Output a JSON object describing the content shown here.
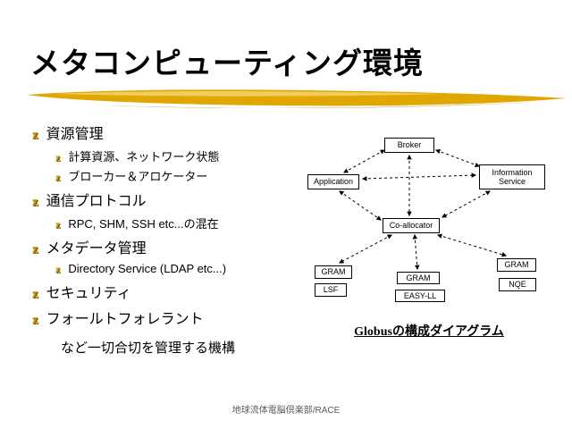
{
  "slide": {
    "title": "メタコンピューティング環境",
    "bullet_icon": "z",
    "bullets": [
      {
        "level": 1,
        "text": "資源管理"
      },
      {
        "level": 2,
        "text": "計算資源、ネットワーク状態"
      },
      {
        "level": 2,
        "text": "ブローカー＆アロケーター"
      },
      {
        "level": 1,
        "text": "通信プロトコル"
      },
      {
        "level": 2,
        "text": "RPC, SHM, SSH etc...の混在"
      },
      {
        "level": 1,
        "text": "メタデータ管理"
      },
      {
        "level": 2,
        "text": "Directory Service (LDAP etc...)"
      },
      {
        "level": 1,
        "text": "セキュリティ"
      },
      {
        "level": 1,
        "text": "フォールトフォレラント"
      }
    ],
    "note": "など一切合切を管理する機構",
    "footer": "地球流体電脳倶楽部/RACE"
  },
  "diagram": {
    "caption_en": "Globus",
    "caption_ja": "の構成ダイアグラム",
    "nodes": {
      "broker": "Broker",
      "information_service": "Information Service",
      "application": "Application",
      "coallocator": "Co-allocator",
      "gram_left": "GRAM",
      "lsf": "LSF",
      "gram_mid": "GRAM",
      "easy": "EASY-LL",
      "gram_right": "GRAM",
      "nqe": "NQE"
    },
    "colors": {
      "accent_gold": "#DFA700",
      "accent_gold_dark": "#AE8300",
      "accent_gold_light": "#F3CC5A"
    }
  }
}
